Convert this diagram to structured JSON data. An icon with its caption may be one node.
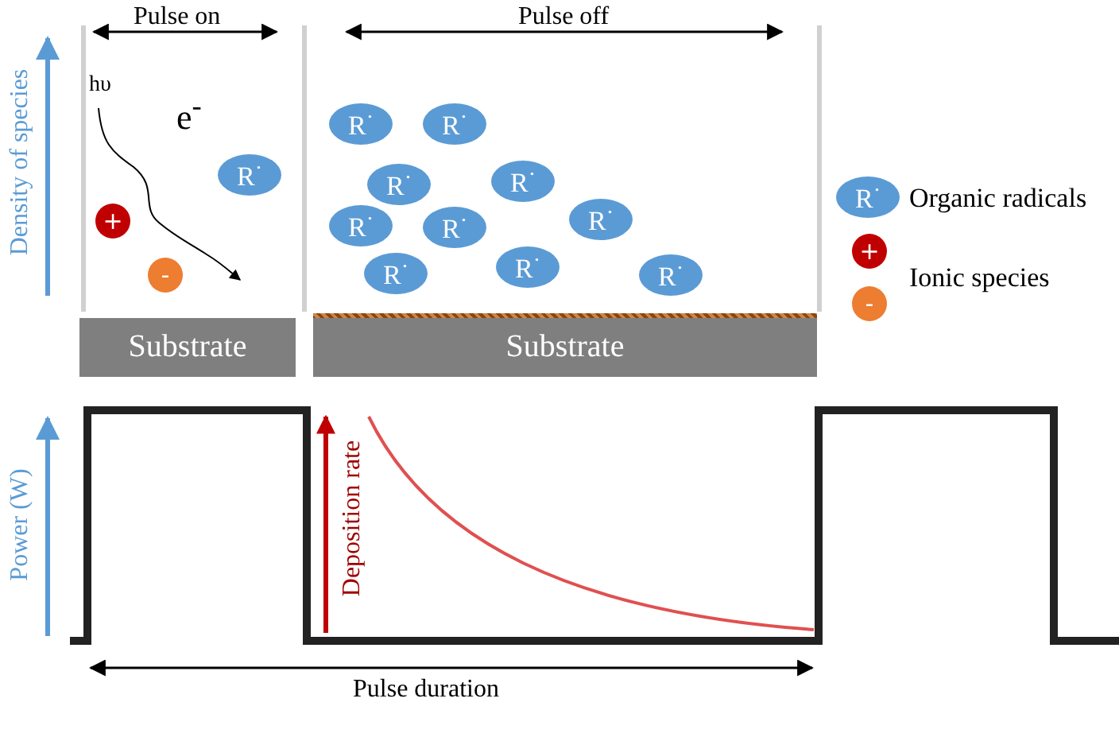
{
  "diagram": {
    "nodes": [
      {
        "text": [
          "R$^{·}$"
        ]
      },
      {
        "text": [
          "+"
        ]
      },
      {
        "text": [
          "-"
        ]
      },
      {
        "text": [
          "Substrate"
        ]
      },
      {
        "text": [
          "R$^{·}$"
        ]
      },
      {
        "text": [
          "R$^{·}$"
        ]
      },
      {
        "text": [
          "R$^{·}$"
        ]
      },
      {
        "text": [
          "R$^{·}$"
        ]
      },
      {
        "text": [
          "R$^{·}$"
        ]
      },
      {
        "text": [
          "R$^{·}$"
        ]
      },
      {
        "text": [
          "R$^{·}$"
        ]
      },
      {
        "text": [
          "R$^{·}$"
        ]
      },
      {
        "text": [
          "R$^{·}$"
        ]
      },
      {
        "text": [
          "R$^{·}$"
        ]
      },
      {
        "text": [
          "Substrate"
        ]
      },
      {
        "text": [
          "R$^{·}$"
        ]
      },
      {
        "text": [
          "+"
        ]
      },
      {
        "text": [
          "-"
        ]
      }
    ],
    "labels": [
      "Pulse on",
      "Pulse off",
      "hυ",
      "e$^{-}$",
      "Density of species",
      "Power (W)",
      "Deposition rate",
      "Pulse duration"
    ],
    "legend": [
      {
        "text": "Organic radicals"
      },
      {
        "text": "Ionic species"
      }
    ]
  }
}
